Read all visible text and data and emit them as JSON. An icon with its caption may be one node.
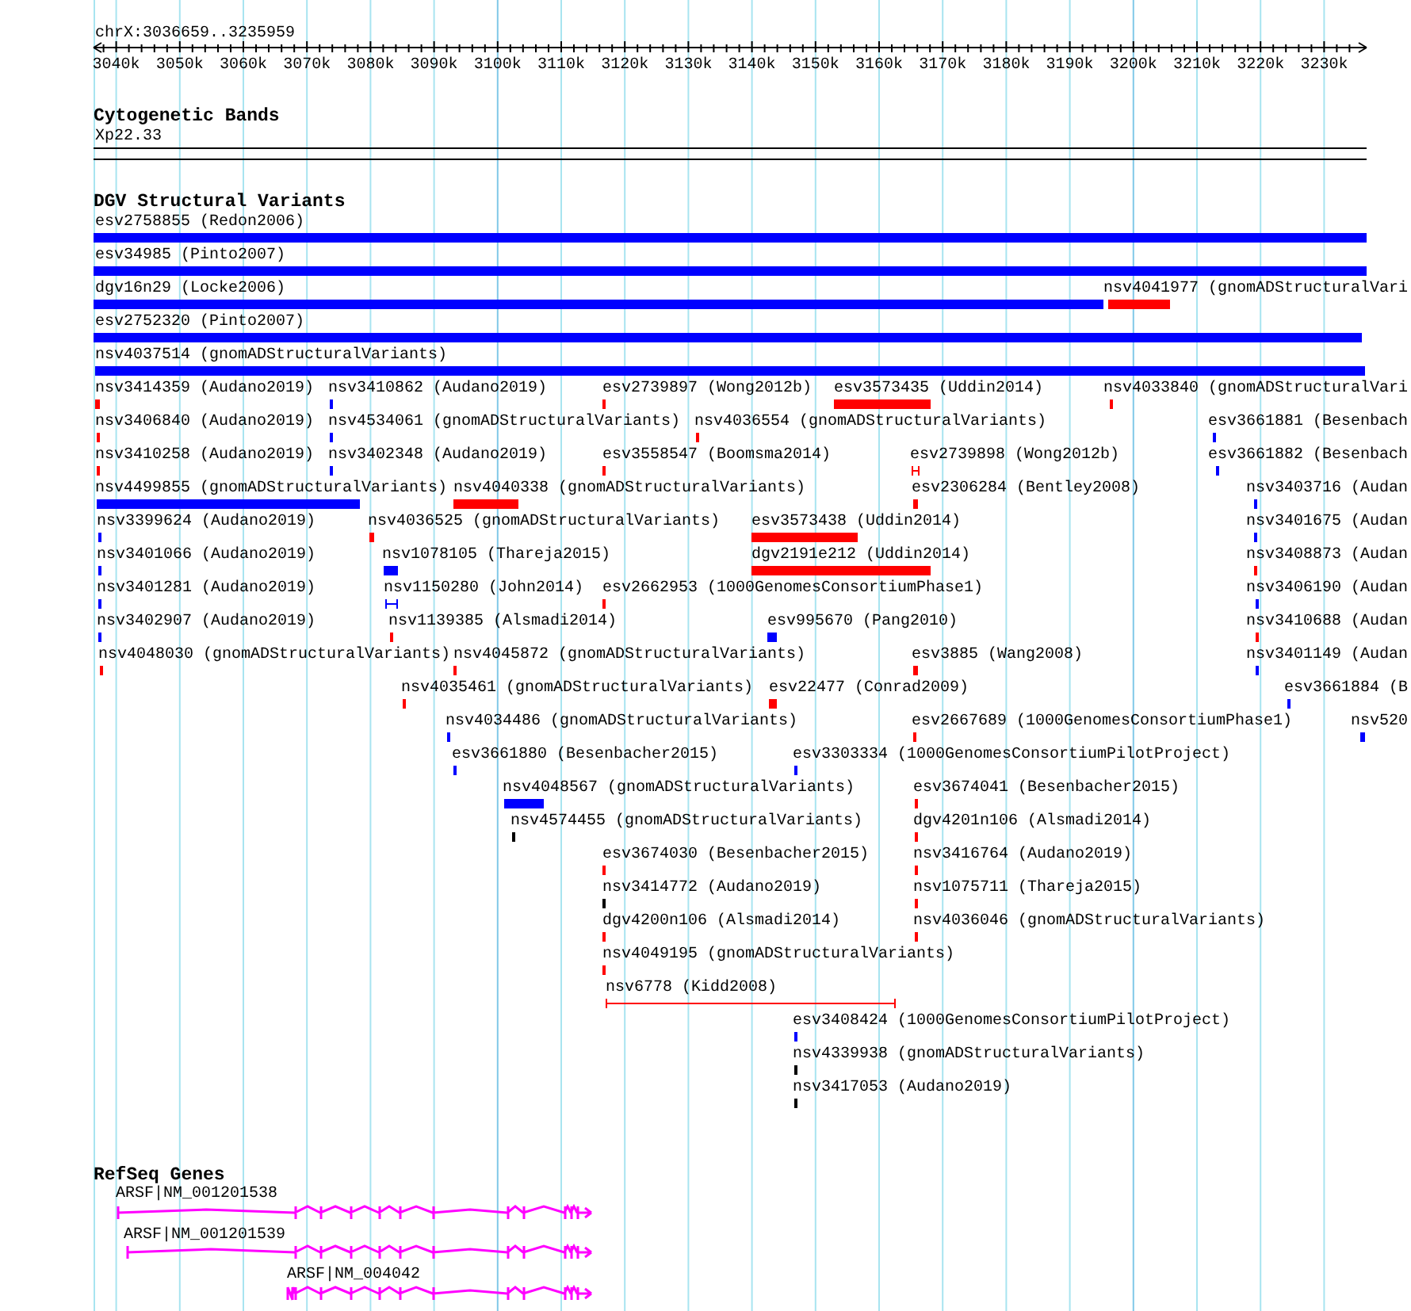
{
  "diagram": {
    "title": "chrX:3036659..3235959",
    "labels": [
      "3040k",
      "3050k",
      "3060k",
      "3070k",
      "3080k",
      "3090k",
      "3100k",
      "3110k",
      "3120k",
      "3130k",
      "3140k",
      "3150k",
      "3160k",
      "3170k",
      "3180k",
      "3190k",
      "3200k",
      "3210k",
      "3220k",
      "3230k",
      "Cytogenetic Bands",
      "Xp22.33",
      "DGV Structural Variants",
      "esv2758855 (Redon2006)",
      "esv34985 (Pinto2007)",
      "dgv16n29 (Locke2006)",
      "nsv4041977 (gnomADStructuralVari",
      "esv2752320 (Pinto2007)",
      "nsv4037514 (gnomADStructuralVariants)",
      "nsv3414359 (Audano2019)",
      "nsv3410862 (Audano2019)",
      "esv2739897 (Wong2012b)",
      "esv3573435 (Uddin2014)",
      "nsv4033840 (gnomADStructuralVari",
      "nsv3406840 (Audano2019)",
      "nsv4534061 (gnomADStructuralVariants)",
      "nsv4036554 (gnomADStructuralVariants)",
      "esv3661881 (Besenbach",
      "nsv3410258 (Audano2019)",
      "nsv3402348 (Audano2019)",
      "esv3558547 (Boomsma2014)",
      "esv2739898 (Wong2012b)",
      "esv3661882 (Besenbach",
      "nsv4499855 (gnomADStructuralVariants)",
      "nsv4040338 (gnomADStructuralVariants)",
      "esv2306284 (Bentley2008)",
      "nsv3403716 (Audan",
      "nsv3399624 (Audano2019)",
      "nsv4036525 (gnomADStructuralVariants)",
      "esv3573438 (Uddin2014)",
      "nsv3401675 (Audan",
      "nsv3401066 (Audano2019)",
      "nsv1078105 (Thareja2015)",
      "dgv2191e212 (Uddin2014)",
      "nsv3408873 (Audan",
      "nsv3401281 (Audano2019)",
      "nsv1150280 (John2014)",
      "esv2662953 (1000GenomesConsortiumPhase1)",
      "nsv3406190 (Audan",
      "nsv3402907 (Audano2019)",
      "nsv1139385 (Alsmadi2014)",
      "esv995670 (Pang2010)",
      "nsv3410688 (Audan",
      "nsv4048030 (gnomADStructuralVariants)",
      "nsv4045872 (gnomADStructuralVariants)",
      "esv3885 (Wang2008)",
      "nsv3401149 (Audan",
      "nsv4035461 (gnomADStructuralVariants)",
      "esv22477 (Conrad2009)",
      "esv3661884 (B",
      "nsv4034486 (gnomADStructuralVariants)",
      "esv2667689 (1000GenomesConsortiumPhase1)",
      "nsv520",
      "esv3661880 (Besenbacher2015)",
      "esv3303334 (1000GenomesConsortiumPilotProject)",
      "nsv4048567 (gnomADStructuralVariants)",
      "esv3674041 (Besenbacher2015)",
      "nsv4574455 (gnomADStructuralVariants)",
      "dgv4201n106 (Alsmadi2014)",
      "esv3674030 (Besenbacher2015)",
      "nsv3416764 (Audano2019)",
      "nsv3414772 (Audano2019)",
      "nsv1075711 (Thareja2015)",
      "dgv4200n106 (Alsmadi2014)",
      "nsv4036046 (gnomADStructuralVariants)",
      "nsv4049195 (gnomADStructuralVariants)",
      "nsv6778 (Kidd2008)",
      "esv3408424 (1000GenomesConsortiumPilotProject)",
      "nsv4339938 (gnomADStructuralVariants)",
      "nsv3417053 (Audano2019)",
      "RefSeq Genes",
      "ARSF|NM_001201538",
      "ARSF|NM_001201539",
      "ARSF|NM_004042"
    ]
  }
}
